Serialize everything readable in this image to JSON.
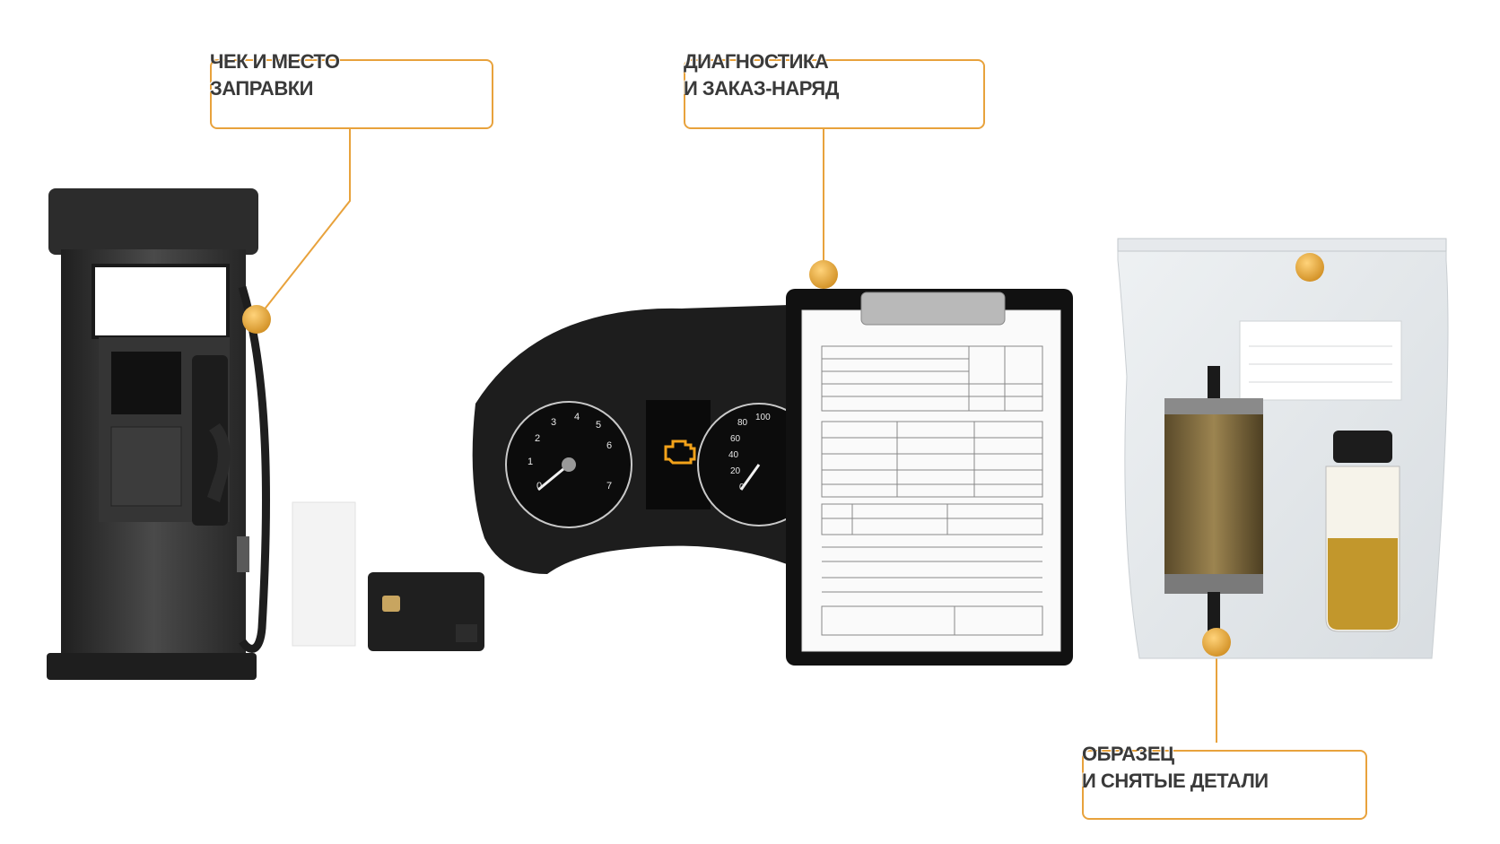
{
  "colors": {
    "accent": "#e8a23c",
    "dot": "#e0a33a",
    "check_engine": "#f2a21a",
    "dark_metal": "#2e2e2e",
    "oil": "#b8860b"
  },
  "callouts": {
    "fuel": {
      "line1": "ЧЕК И МЕСТО",
      "line2": "ЗАПРАВКИ"
    },
    "diagnostics": {
      "line1": "ДИАГНОСТИКА",
      "line2": "И ЗАКАЗ-НАРЯД"
    },
    "sample": {
      "line1": "ОБРАЗЕЦ",
      "line2": "И СНЯТЫЕ ДЕТАЛИ"
    }
  },
  "icons": {
    "fuel_pump": "fuel-pump-icon",
    "receipt": "receipt-icon",
    "bank_card": "bank-card-icon",
    "dashboard": "instrument-cluster-icon",
    "check_engine": "check-engine-icon",
    "clipboard": "clipboard-icon",
    "sample_bag": "sample-bag-icon",
    "oil_filter": "oil-filter-icon",
    "oil_vial": "oil-sample-vial-icon"
  },
  "gauges": {
    "tachometer_ticks": [
      "0",
      "1",
      "2",
      "3",
      "4",
      "5",
      "6",
      "7"
    ],
    "speedometer_ticks": [
      "0",
      "20",
      "40",
      "60",
      "80",
      "100"
    ]
  }
}
